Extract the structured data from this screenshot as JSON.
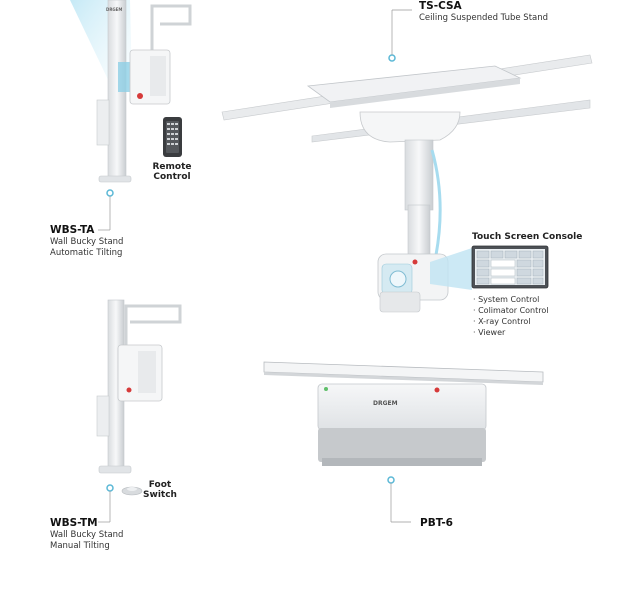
{
  "labels": {
    "ts_csa": {
      "code": "TS-CSA",
      "desc": "Ceiling Suspended Tube Stand"
    },
    "touch_console": {
      "title": "Touch Screen Console",
      "items": [
        "· System Control",
        "· Colimator Control",
        "· X-ray Control",
        "· Viewer"
      ]
    },
    "remote": {
      "line1": "Remote",
      "line2": "Control"
    },
    "wbs_ta": {
      "code": "WBS-TA",
      "line1": "Wall Bucky Stand",
      "line2": "Automatic Tilting"
    },
    "wbs_tm": {
      "code": "WBS-TM",
      "line1": "Wall Bucky Stand",
      "line2": "Manual Tilting"
    },
    "foot": {
      "line1": "Foot",
      "line2": "Switch"
    },
    "pbt": {
      "code": "PBT-6"
    },
    "table_brand": "DRGEM",
    "stand_brand": "DRGEM"
  },
  "colors": {
    "accent": "#5bb8d6",
    "device": "#f2f3f4",
    "device_edge": "#c8cbce",
    "red": "#d63a3a"
  }
}
